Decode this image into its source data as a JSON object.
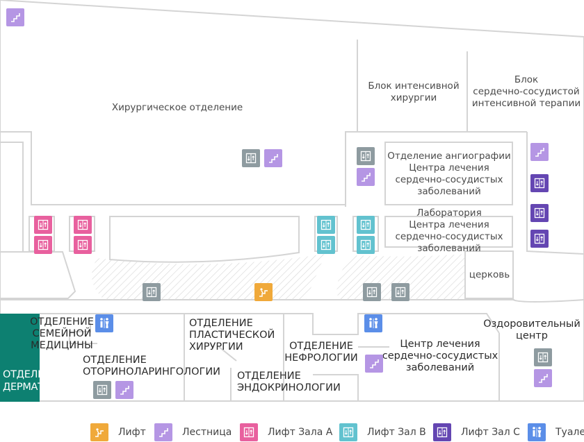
{
  "colors": {
    "lift": "#f0a93a",
    "stairs": "#b596e4",
    "lift_a": "#e8609e",
    "lift_b": "#62c2cf",
    "lift_c": "#6446b2",
    "toilet": "#5b8ee8",
    "elevator_grey": "#8e9ba0",
    "dermatology": "#0d8071",
    "wall": "#d4d4d4"
  },
  "rooms": {
    "surgery": "Хирургическое отделение",
    "icu_surgery": [
      "Блок интенсивной",
      "хирургии"
    ],
    "cardio_icu": [
      "Блок",
      "сердечно-сосудистой",
      "интенсивной терапии"
    ],
    "angiography": [
      "Отделение ангиографии",
      "Центра лечения",
      "сердечно-сосудистых",
      "заболеваний"
    ],
    "laboratory": [
      "Лаборатория",
      "Центра лечения",
      "сердечно-сосудистых",
      "заболеваний"
    ],
    "church": "церковь",
    "family_medicine": [
      "ОТДЕЛЕНИЕ",
      "СЕМЕЙНОЙ",
      "МЕДИЦИНЫ"
    ],
    "otorhino": [
      "ОТДЕЛЕНИЕ",
      "ОТОРИНОЛАРИНГОЛОГИИ"
    ],
    "plastic_surgery": [
      "ОТДЕЛЕНИЕ",
      "ПЛАСТИЧЕСКОЙ",
      "ХИРУРГИИ"
    ],
    "endocrinology": [
      "ОТДЕЛЕНИЕ",
      "ЭНДОКРИНОЛОГИИ"
    ],
    "nephrology": [
      "ОТДЕЛЕНИЕ",
      "НЕФРОЛОГИИ"
    ],
    "cardio_center": [
      "Центр лечения",
      "сердечно-сосудистых",
      "заболеваний"
    ],
    "wellness": [
      "Оздоровительный",
      "центр"
    ],
    "dermatology": [
      "ОТДЕЛЕНИЕ",
      "ДЕРМАТОЛОГИИ"
    ]
  },
  "legend": [
    {
      "key": "lift",
      "label": "Лифт",
      "icon": "lift-icon"
    },
    {
      "key": "stairs",
      "label": "Лестница",
      "icon": "stairs-icon"
    },
    {
      "key": "lift_a",
      "label": "Лифт Зала А",
      "icon": "elevator-icon"
    },
    {
      "key": "lift_b",
      "label": "Лифт Зал В",
      "icon": "elevator-icon"
    },
    {
      "key": "lift_c",
      "label": "Лифт Зал С",
      "icon": "elevator-icon"
    },
    {
      "key": "toilet",
      "label": "Туалет",
      "icon": "toilet-icon"
    }
  ]
}
